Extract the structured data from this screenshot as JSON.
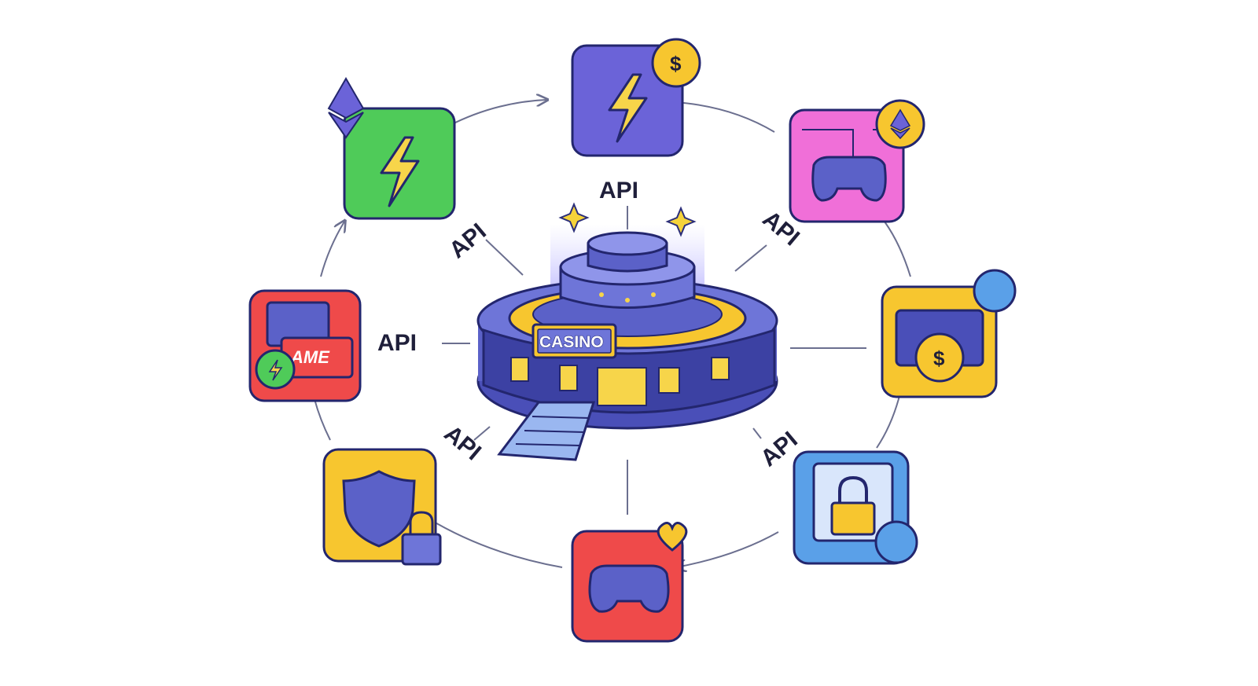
{
  "diagram": {
    "center": {
      "sign_label": "CASINO"
    },
    "api_labels": [
      "API",
      "API",
      "API",
      "API",
      "API",
      "API"
    ],
    "nodes": [
      {
        "name": "lightning-purple-coin",
        "icon": "lightning-bolt-icon",
        "badge": "dollar-coin-icon",
        "color": "#6b63d8"
      },
      {
        "name": "gamepad-pink-ethereum",
        "icon": "gamepad-icon",
        "badge": "ethereum-badge-icon",
        "color": "#f06fd8"
      },
      {
        "name": "screen-yellow-coin",
        "icon": "screen-icon",
        "badge": "globe-badge-icon",
        "color": "#f7c62f"
      },
      {
        "name": "lock-blue-browser",
        "icon": "padlock-icon",
        "badge": "search-badge-icon",
        "color": "#5aa0e8"
      },
      {
        "name": "gamepad-red-heart",
        "icon": "gamepad-icon",
        "badge": "heart-badge-icon",
        "color": "#ef4a4a"
      },
      {
        "name": "shield-yellow-lock",
        "icon": "shield-icon",
        "badge": "padlock-badge-icon",
        "color": "#f7c62f"
      },
      {
        "name": "cards-red-game",
        "icon": "game-cards-icon",
        "badge": "lightning-badge-icon",
        "color": "#ef4a4a",
        "card_text": "AME"
      },
      {
        "name": "lightning-green-ethereum",
        "icon": "lightning-bolt-icon",
        "badge": "ethereum-icon",
        "color": "#4fcb59"
      }
    ],
    "coin_symbol": "$"
  }
}
